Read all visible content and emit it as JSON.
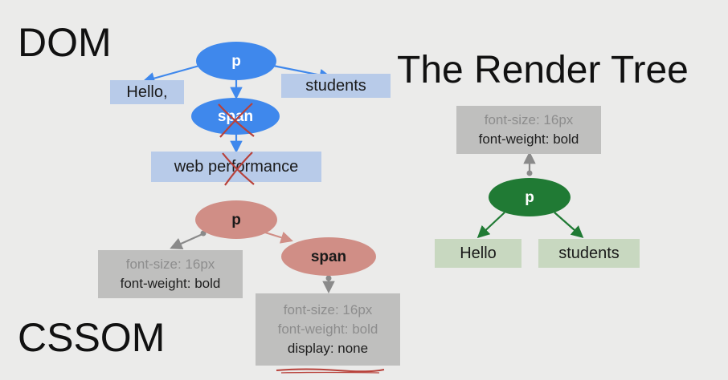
{
  "dom": {
    "title": "DOM",
    "root": {
      "label": "p"
    },
    "children": [
      {
        "label": "Hello,"
      },
      {
        "label": "span"
      },
      {
        "label": "students"
      }
    ],
    "span_child": {
      "label": "web performance"
    },
    "removed_marker": "red-x-mark"
  },
  "cssom": {
    "title": "CSSOM",
    "root": {
      "label": "p"
    },
    "p_styles": {
      "prop1": "font-size: 16px",
      "prop2": "font-weight: bold"
    },
    "span": {
      "label": "span"
    },
    "span_styles": {
      "prop1": "font-size: 16px",
      "prop2": "font-weight: bold",
      "prop3": "display: none"
    }
  },
  "render": {
    "title": "The Render Tree",
    "styles": {
      "prop1": "font-size: 16px",
      "prop2": "font-weight: bold"
    },
    "root": {
      "label": "p"
    },
    "children": [
      {
        "label": "Hello"
      },
      {
        "label": "students"
      }
    ]
  },
  "colors": {
    "background": "#ebebea",
    "dom_node": "#3f88ec",
    "dom_leaf": "#b8cbe9",
    "cssom_node": "#d08e86",
    "cssom_edge": "#d08e86",
    "style_box": "#bfbfbe",
    "render_node": "#207a34",
    "render_leaf": "#c8d8c0",
    "strike_mark": "#b8413a"
  }
}
